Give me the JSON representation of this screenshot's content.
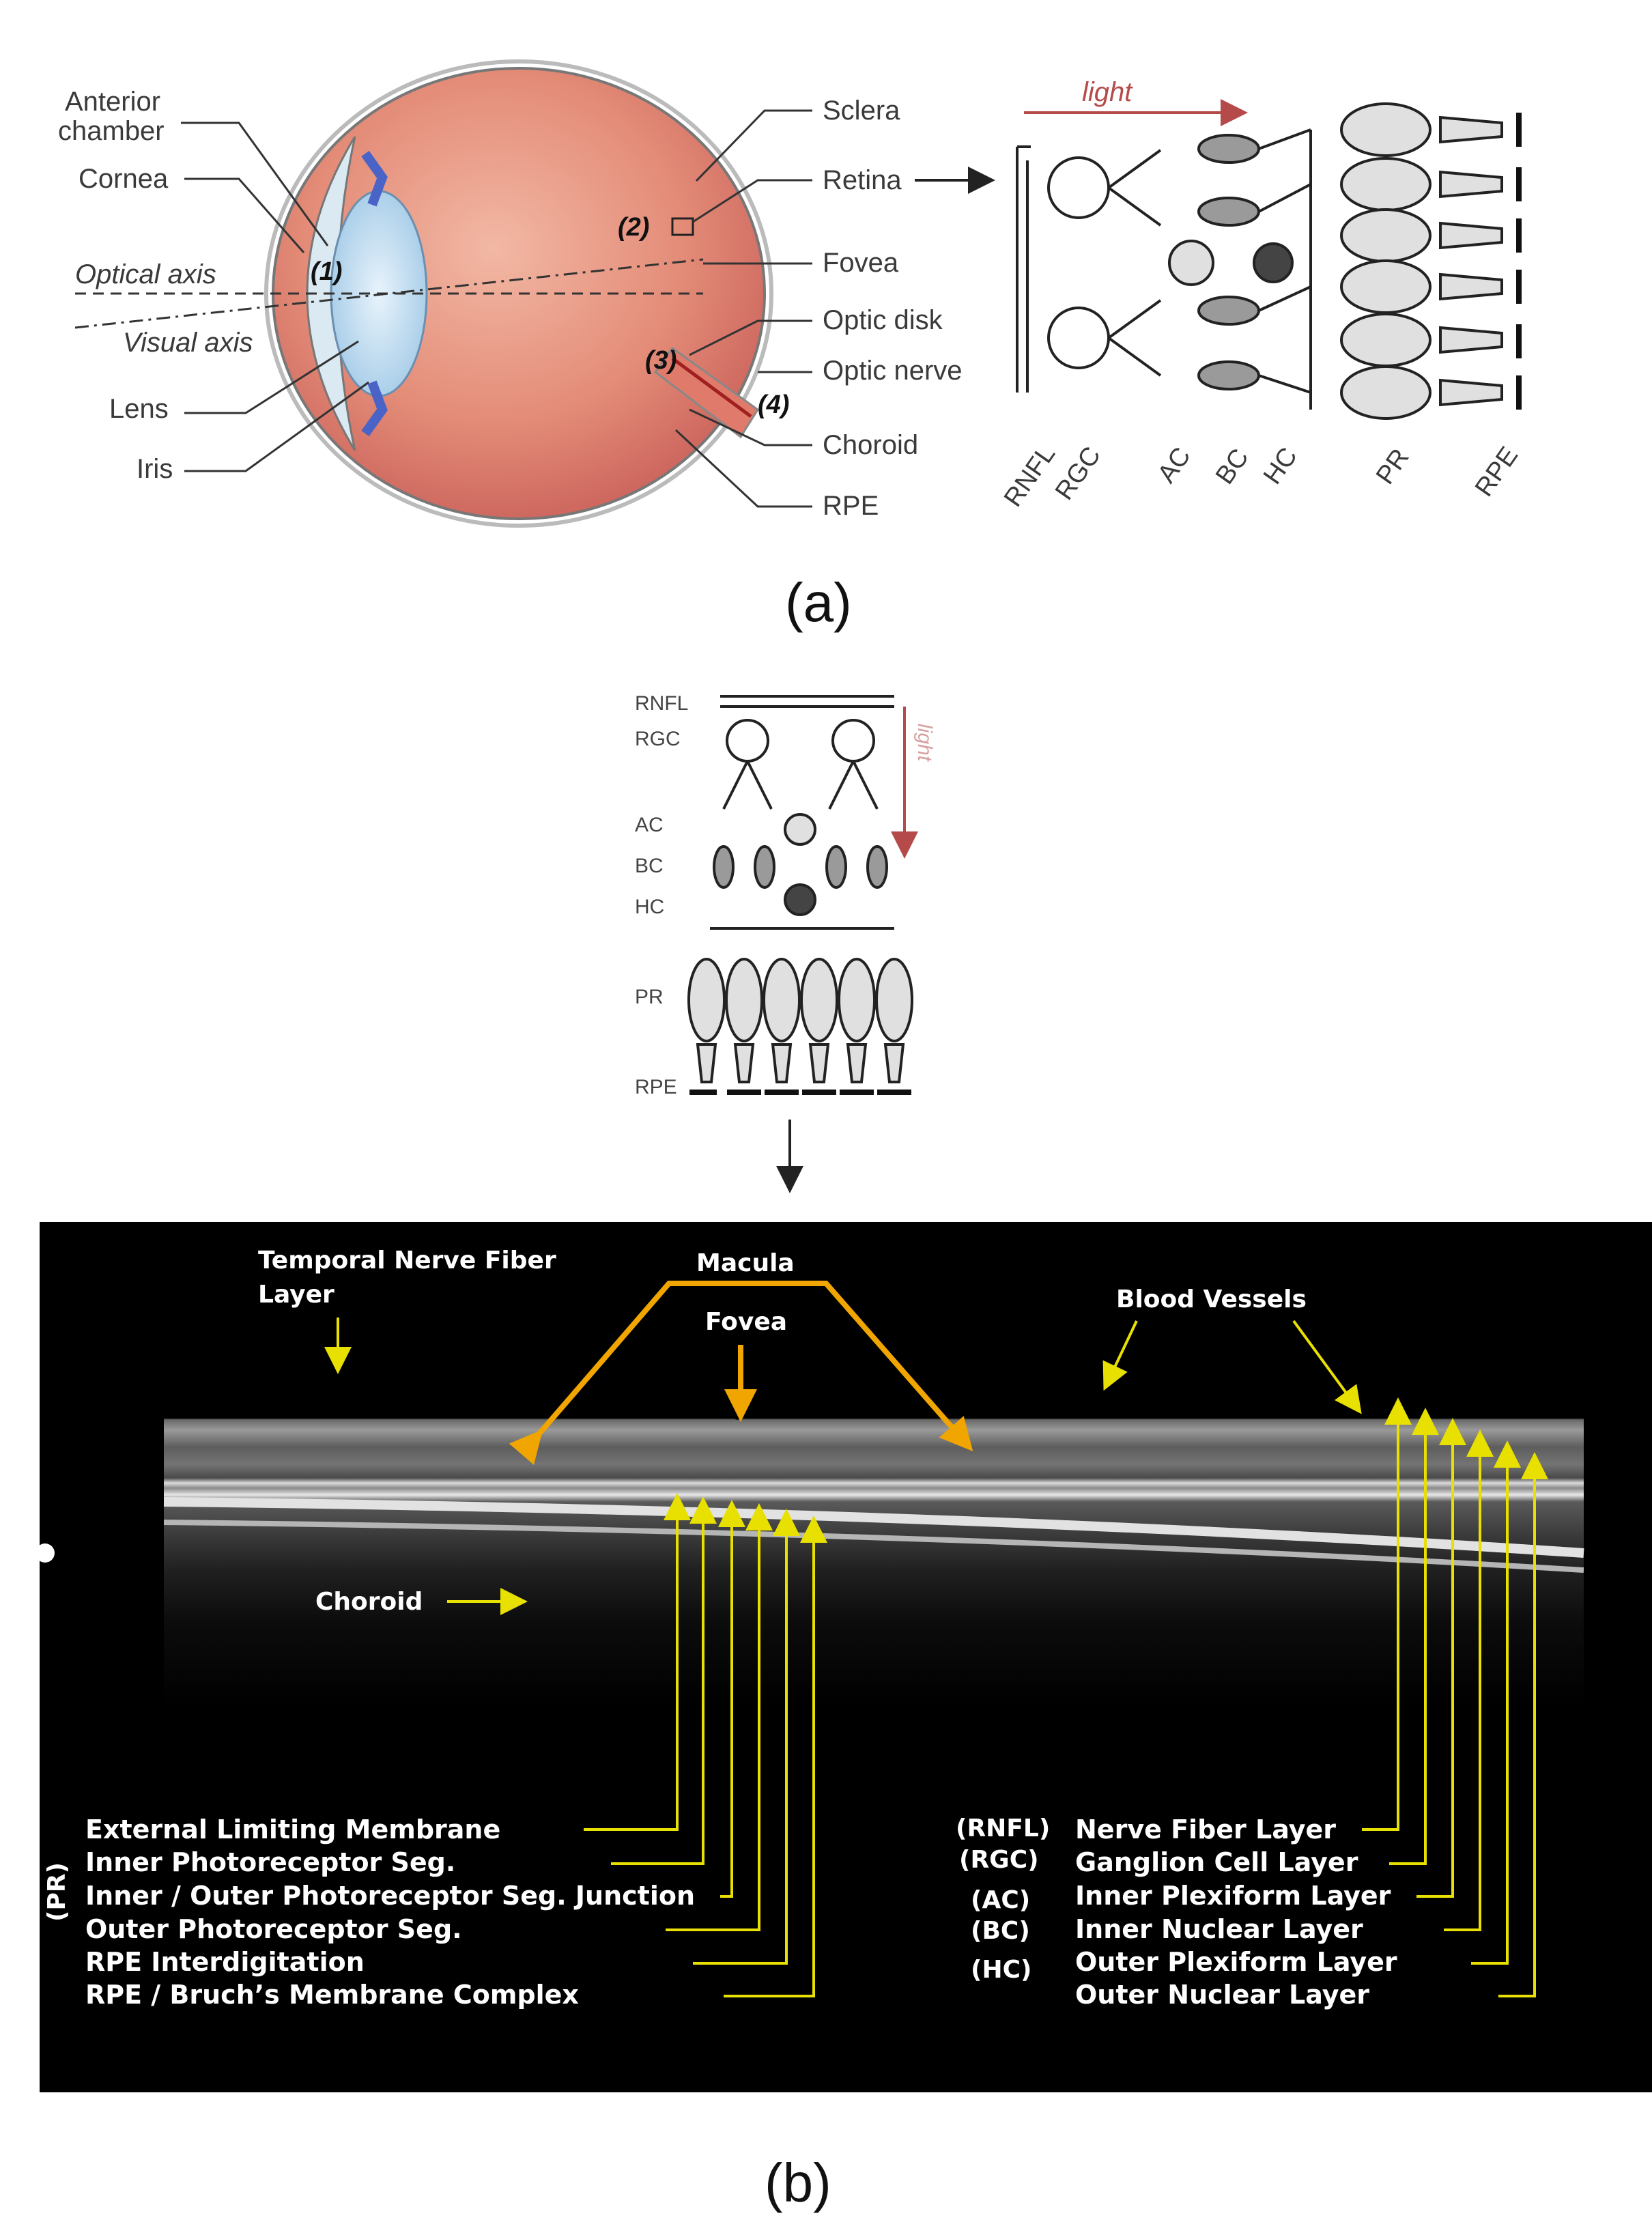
{
  "panel_a": {
    "caption": "(a)",
    "eye_labels_left": {
      "anterior_chamber_1": "Anterior",
      "anterior_chamber_2": "chamber",
      "cornea": "Cornea",
      "optical_axis": "Optical axis",
      "visual_axis": "Visual axis",
      "lens": "Lens",
      "iris": "Iris"
    },
    "eye_labels_right": {
      "sclera": "Sclera",
      "retina": "Retina",
      "fovea": "Fovea",
      "optic_disk": "Optic disk",
      "optic_nerve": "Optic nerve",
      "choroid": "Choroid",
      "rpe": "RPE"
    },
    "markers": [
      "(1)",
      "(2)",
      "(3)",
      "(4)"
    ],
    "retina_light": "light",
    "retina_layers": [
      "RNFL",
      "RGC",
      "AC",
      "BC",
      "HC",
      "PR",
      "RPE"
    ]
  },
  "vertical_retina": {
    "light": "light",
    "layers": [
      "RNFL",
      "RGC",
      "AC",
      "BC",
      "HC",
      "PR",
      "RPE"
    ]
  },
  "panel_b": {
    "caption": "(b)",
    "labels": {
      "temporal_nfl_1": "Temporal Nerve Fiber",
      "temporal_nfl_2": "Layer",
      "macula": "Macula",
      "fovea": "Fovea",
      "blood_vessels": "Blood Vessels",
      "choroid": "Choroid",
      "pr_tag": "(PR)"
    },
    "left_layers": [
      "External Limiting Membrane",
      "Inner Photoreceptor Seg.",
      "Inner / Outer Photoreceptor Seg. Junction",
      "Outer Photoreceptor Seg.",
      "RPE Interdigitation",
      "RPE / Bruch’s Membrane Complex"
    ],
    "right_abbrev": [
      "(RNFL)",
      "(RGC)",
      "(AC)",
      "(BC)",
      "(HC)"
    ],
    "right_layers": [
      "Nerve Fiber Layer",
      "Ganglion Cell Layer",
      "Inner Plexiform Layer",
      "Inner Nuclear Layer",
      "Outer Plexiform Layer",
      "Outer Nuclear Layer"
    ],
    "colors": {
      "orange_arrow": "#f0a500",
      "yellow_leader": "#e8e000",
      "scan_bg": "#000000"
    }
  }
}
